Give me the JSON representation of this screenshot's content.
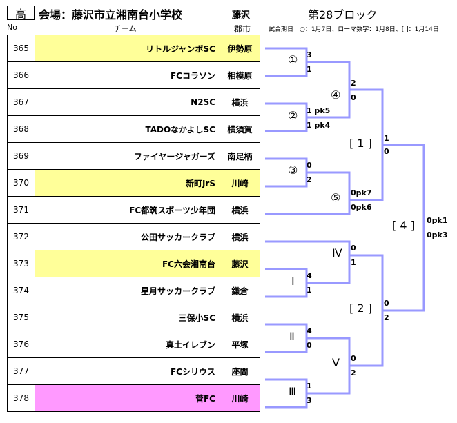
{
  "header": {
    "category": "高",
    "venue": "会場：藤沢市立湘南台小学校",
    "area": "藤沢",
    "block": "第28ブロック",
    "schedule": "試合期日　○：1月7日、ローマ数字：1月8日、[ ]：1月14日"
  },
  "columns": {
    "no": "No",
    "team": "チーム",
    "city": "郡市"
  },
  "teams": [
    {
      "no": "365",
      "name": "リトルジャンボSC",
      "city": "伊勢原"
    },
    {
      "no": "366",
      "name": "FCコラソン",
      "city": "相模原"
    },
    {
      "no": "367",
      "name": "N2SC",
      "city": "横浜"
    },
    {
      "no": "368",
      "name": "TADOなかよしSC",
      "city": "横須賀"
    },
    {
      "no": "369",
      "name": "ファイヤージャガーズ",
      "city": "南足柄"
    },
    {
      "no": "370",
      "name": "新町JrS",
      "city": "川崎"
    },
    {
      "no": "371",
      "name": "FC都筑スポーツ少年団",
      "city": "横浜"
    },
    {
      "no": "372",
      "name": "公田サッカークラブ",
      "city": "横浜"
    },
    {
      "no": "373",
      "name": "FC六会湘南台",
      "city": "藤沢"
    },
    {
      "no": "374",
      "name": "星月サッカークラブ",
      "city": "鎌倉"
    },
    {
      "no": "375",
      "name": "三保小SC",
      "city": "横浜"
    },
    {
      "no": "376",
      "name": "真土イレブン",
      "city": "平塚"
    },
    {
      "no": "377",
      "name": "FCシリウス",
      "city": "座間"
    },
    {
      "no": "378",
      "name": "菅FC",
      "city": "川崎"
    }
  ],
  "bracket": {
    "match_labels": {
      "m1": "①",
      "m2": "②",
      "m3": "③",
      "m4": "④",
      "m5": "⑤",
      "r1": "Ⅰ",
      "r2": "Ⅱ",
      "r3": "Ⅲ",
      "r4": "Ⅳ",
      "r5": "Ⅴ",
      "s1": "[ 1 ]",
      "s2": "[ 2 ]",
      "s4": "[ 4 ]"
    },
    "scores": {
      "m1_top": "3",
      "m1_bot": "1",
      "m2_top": "1 pk5",
      "m2_bot": "1 pk4",
      "m3_top": "0",
      "m3_bot": "2",
      "m4_top": "2",
      "m4_bot": "0",
      "m5_top": "0pk7",
      "m5_bot": "0pk6",
      "s1_top": "1",
      "s1_bot": "0",
      "r1_top": "4",
      "r1_bot": "1",
      "r2_top": "4",
      "r2_bot": "0",
      "r3_top": "1",
      "r3_bot": "3",
      "r4_top": "0",
      "r4_bot": "1",
      "r5_top": "0",
      "r5_bot": "2",
      "s2_top": "0",
      "s2_bot": "2",
      "s4_top": "0pk1",
      "s4_bot": "0pk3"
    },
    "line_color": "#9999ff"
  }
}
